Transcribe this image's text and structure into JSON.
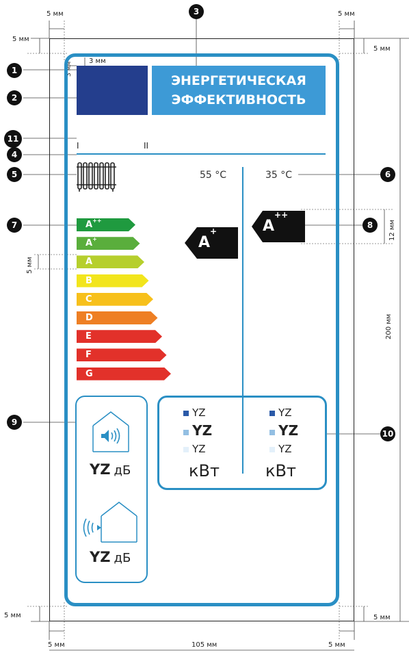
{
  "label": {
    "title_line1": "ЭНЕРГЕТИЧЕСКАЯ",
    "title_line2": "ЭФФЕКТИВНОСТЬ",
    "col_I": "I",
    "col_II": "II",
    "temp_left": "55 °C",
    "temp_right": "35 °C",
    "classes": [
      {
        "base": "A",
        "sup": "++",
        "color": "#1f9a3f"
      },
      {
        "base": "A",
        "sup": "+",
        "color": "#5aae3c"
      },
      {
        "base": "A",
        "sup": "",
        "color": "#b6cf2d"
      },
      {
        "base": "B",
        "sup": "",
        "color": "#f2e51c"
      },
      {
        "base": "C",
        "sup": "",
        "color": "#f7c01b"
      },
      {
        "base": "D",
        "sup": "",
        "color": "#ee7f24"
      },
      {
        "base": "E",
        "sup": "",
        "color": "#e2312a"
      },
      {
        "base": "F",
        "sup": "",
        "color": "#e2312a"
      },
      {
        "base": "G",
        "sup": "",
        "color": "#e2312a"
      }
    ],
    "arrow_left": {
      "base": "A",
      "sup": "+"
    },
    "arrow_right": {
      "base": "A",
      "sup": "++"
    },
    "noise_indoor_value": "YZ",
    "noise_indoor_unit": "дБ",
    "noise_outdoor_value": "YZ",
    "noise_outdoor_unit": "дБ",
    "power_left": [
      "YZ",
      "YZ",
      "YZ"
    ],
    "power_right": [
      "YZ",
      "YZ",
      "YZ"
    ],
    "power_unit": "кВт",
    "zone_colors": [
      "#2b5aa8",
      "#93bfe3",
      "#e3f0fa"
    ]
  },
  "dimensions": {
    "top_left": "5 мм",
    "top_right": "5 мм",
    "left_top": "5 мм",
    "right_top": "5 мм",
    "inner_3mm_h": "3 мм",
    "inner_3mm_v": "3 мм",
    "class_bar_height": "5 мм",
    "arrow_height": "12 мм",
    "total_height": "200 мм",
    "left_bottom": "5 мм",
    "right_bottom": "5 мм",
    "bottom_left": "5 мм",
    "total_width": "105 мм",
    "bottom_right": "5 мм"
  },
  "markers": [
    "1",
    "2",
    "3",
    "4",
    "5",
    "6",
    "7",
    "8",
    "9",
    "10",
    "11"
  ]
}
